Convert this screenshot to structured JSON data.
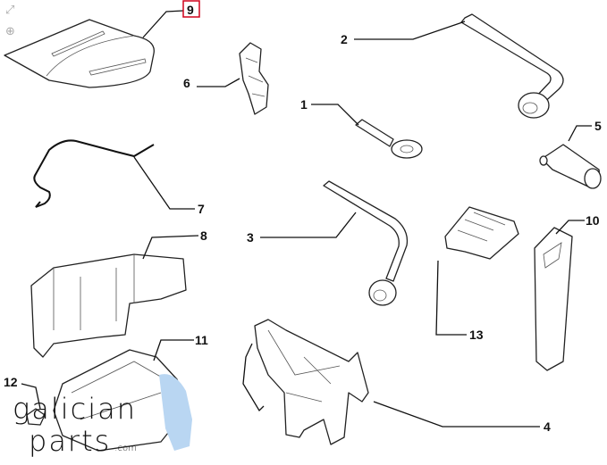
{
  "diagram": {
    "highlighted_callout": "9",
    "highlight_color": "#d0021b",
    "callouts": [
      "1",
      "2",
      "3",
      "4",
      "5",
      "6",
      "7",
      "8",
      "9",
      "10",
      "11",
      "12",
      "13"
    ]
  },
  "controls": {
    "expand_icon": "expand-icon",
    "zoom_in_icon": "zoom-in-icon"
  },
  "watermark": {
    "line1": "galician",
    "line2": "parts",
    "suffix": ".com"
  }
}
